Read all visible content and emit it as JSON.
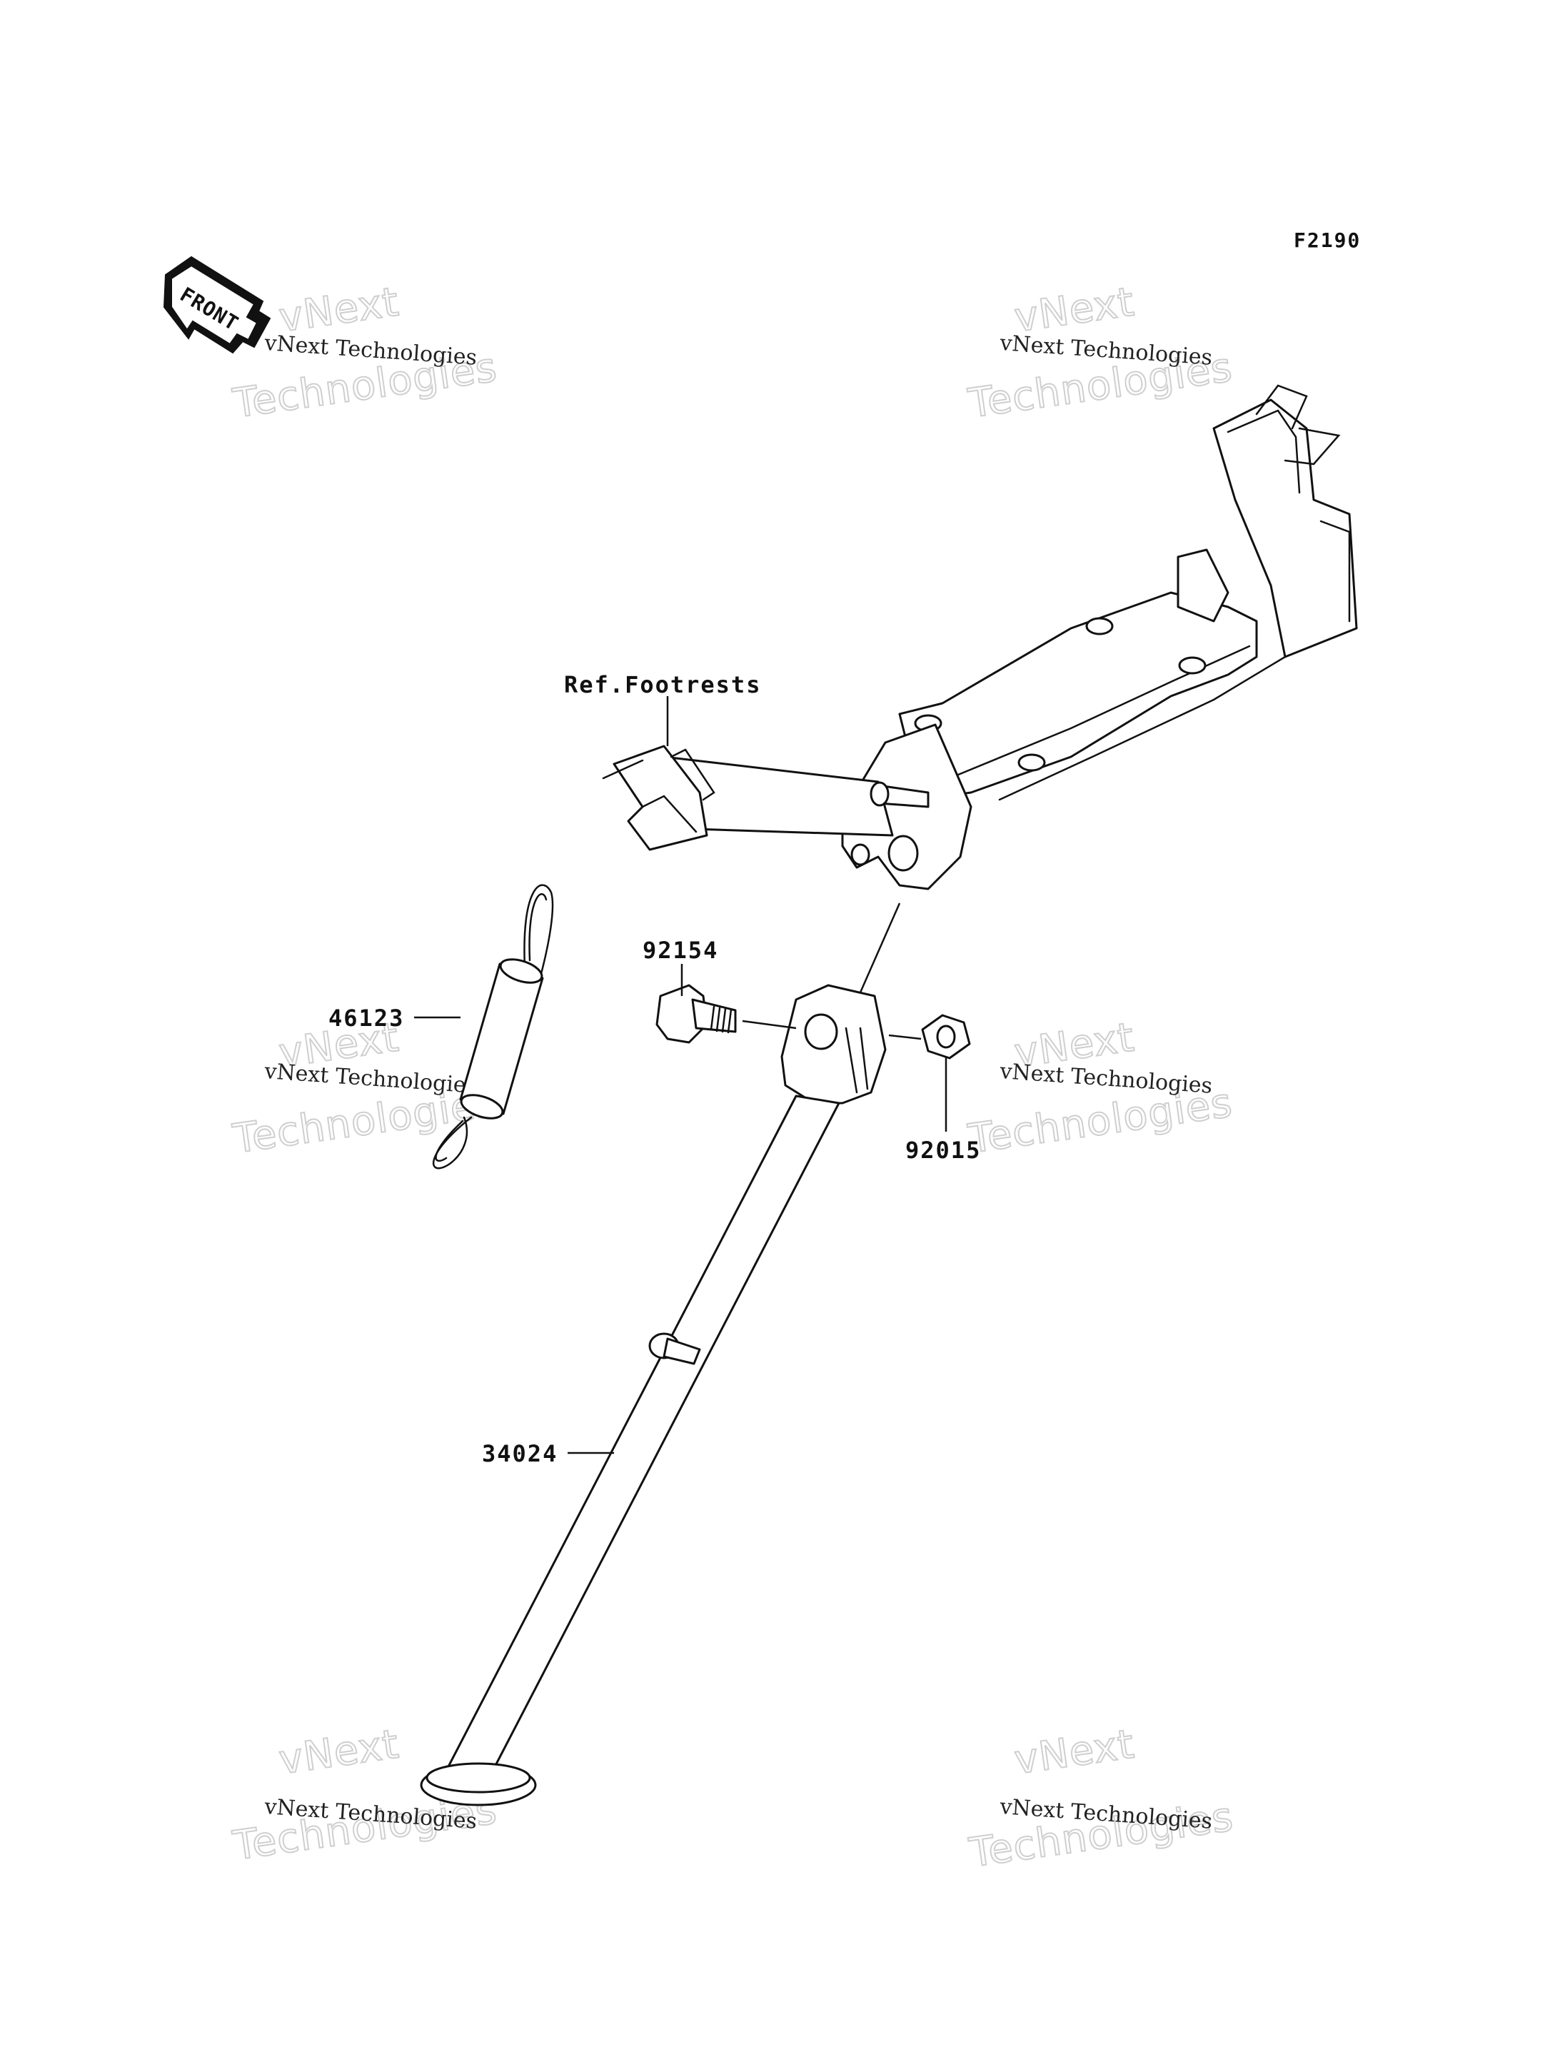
{
  "diagram": {
    "figure_code": "F2190",
    "front_marker": "FRONT",
    "callouts": {
      "ref_footrests": "Ref.Footrests",
      "bolt": "92154",
      "spring": "46123",
      "nut": "92015",
      "side_stand": "34024"
    },
    "watermark": {
      "company_line": "vNext Technologies",
      "outline_top": "vNext",
      "outline_bottom": "Technologies"
    }
  }
}
